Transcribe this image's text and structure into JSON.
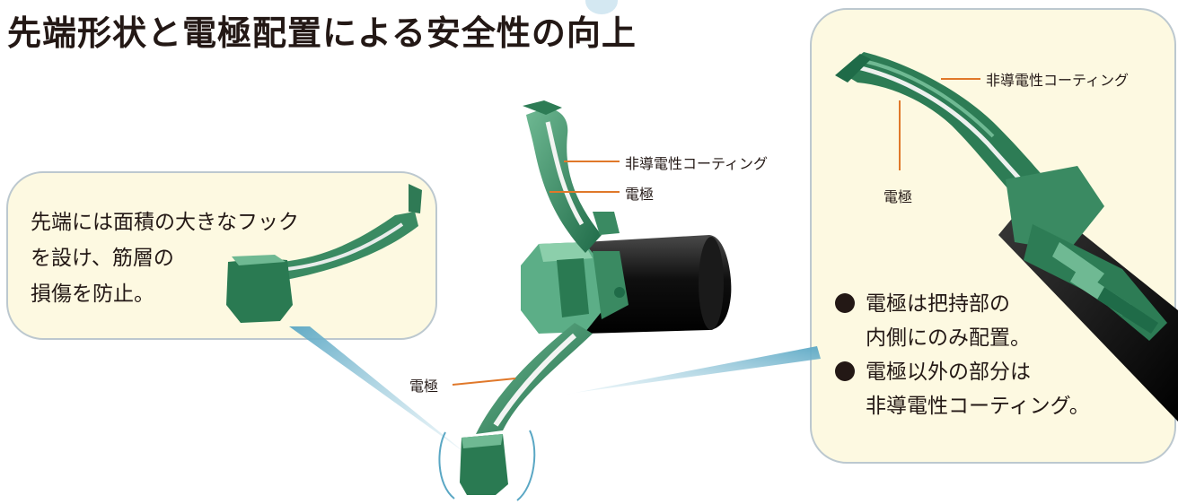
{
  "title": "先端形状と電極配置による安全性の向上",
  "left_callout": {
    "lines": [
      "先端には面積の大きなフック",
      "を設け、筋層の",
      "損傷を防止。"
    ]
  },
  "center_labels": {
    "coating": "非導電性コーティング",
    "electrode_upper": "電極",
    "electrode_lower": "電極"
  },
  "right_panel": {
    "coating_label": "非導電性コーティング",
    "electrode_label": "電極",
    "bullets": [
      {
        "line1": "電極は把持部の",
        "line2": "内側にのみ配置。"
      },
      {
        "line1": "電極以外の部分は",
        "line2": "非導電性コーティング。"
      }
    ]
  },
  "colors": {
    "panel_fill": "#fdf9e1",
    "panel_border": "#bcc8cf",
    "green_dark": "#1f6b48",
    "green_mid": "#3a8a62",
    "green_light": "#6fb993",
    "leader_line": "#e0782a",
    "pointer_blue": "#5aa7c4"
  }
}
